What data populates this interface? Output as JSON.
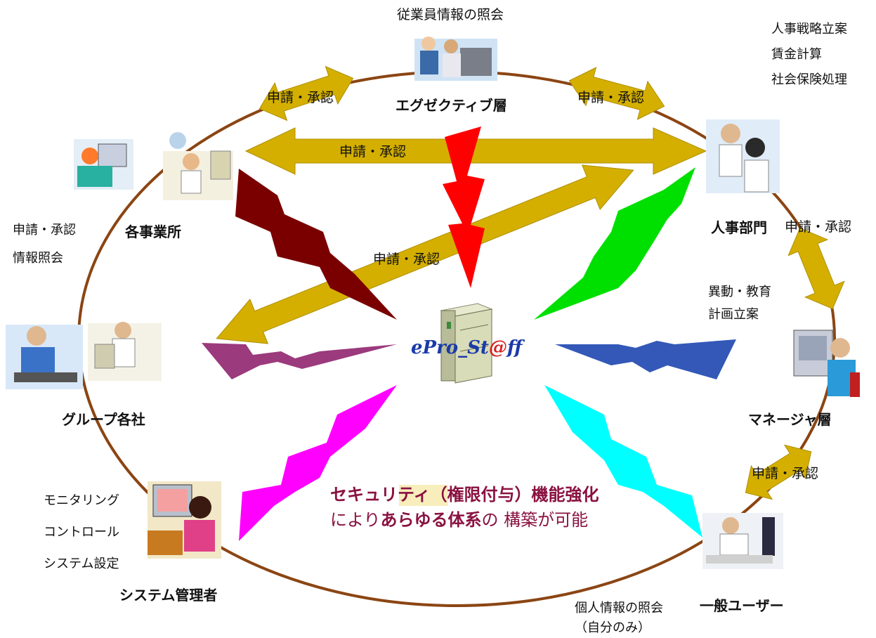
{
  "title": "従業員情報の照会",
  "nodes": {
    "executive": "エグゼクティブ層",
    "hr": "人事部門",
    "manager": "マネージャ層",
    "general_user": "一般ユーザー",
    "sysadmin": "システム管理者",
    "group": "グループ各社",
    "offices": "各事業所"
  },
  "edge_labels": {
    "top_left": "申請・承認",
    "top_right": "申請・承認",
    "center_top": "申請・承認",
    "center_diag": "申請・承認",
    "hr_manager": "申請・承認",
    "manager_user": "申請・承認"
  },
  "hr_tasks": [
    "人事戦略立案",
    "賃金計算",
    "社会保険処理"
  ],
  "manager_tasks": [
    "異動・教育",
    "計画立案"
  ],
  "offices_tasks": [
    "申請・承認",
    "情報照会"
  ],
  "sysadmin_tasks": [
    "モニタリング",
    "コントロール",
    "システム設定"
  ],
  "user_tasks": [
    "個人情報の照会",
    "（自分のみ）"
  ],
  "logo": {
    "left": "ePro_St",
    "at": "@",
    "right": "ff"
  },
  "tagline": {
    "line1": "セキュリティ（権限付与）機能強化",
    "line2_a": "により",
    "line2_b": "あらゆる体系",
    "line2_c": "の 構築が可能"
  },
  "icons": [
    "person-at-computer-icon",
    "server-icon",
    "lightning-arrow-icon"
  ],
  "colors": {
    "ring": "#8b4513",
    "arrow_gold": "#d4af00",
    "bolt_red": "#ff0000",
    "bolt_darkred": "#7a0000",
    "bolt_green": "#00e000",
    "bolt_purple": "#9b3a7d",
    "bolt_blue": "#3358b8",
    "bolt_magenta": "#ff00ff",
    "bolt_cyan": "#00ffff",
    "tagline": "#8a1240"
  }
}
